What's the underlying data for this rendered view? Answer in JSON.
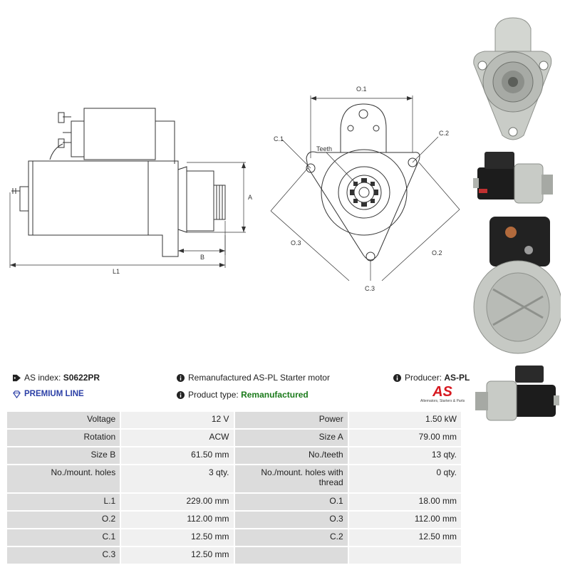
{
  "drawing_labels": {
    "side": {
      "a": "A",
      "b": "B",
      "l1": "L1"
    },
    "front": {
      "o1": "O.1",
      "o2": "O.2",
      "o3": "O.3",
      "c1": "C.1",
      "c2": "C.2",
      "c3": "C.3",
      "teeth": "Teeth"
    }
  },
  "header": {
    "index_label": "AS index:",
    "index_value": "S0622PR",
    "description": "Remanufactured AS-PL Starter motor",
    "producer_label": "Producer:",
    "producer_value": "AS-PL",
    "premium_line": "PREMIUM LINE",
    "product_type_label": "Product type:",
    "product_type_value": "Remanufactured",
    "logo_text": "AS",
    "logo_tagline": "Alternators, Starters & Parts"
  },
  "specs": [
    [
      {
        "label": "Voltage",
        "value": "12 V"
      },
      {
        "label": "Power",
        "value": "1.50 kW"
      }
    ],
    [
      {
        "label": "Rotation",
        "value": "ACW"
      },
      {
        "label": "Size A",
        "value": "79.00 mm"
      }
    ],
    [
      {
        "label": "Size B",
        "value": "61.50 mm"
      },
      {
        "label": "No./teeth",
        "value": "13 qty."
      }
    ],
    [
      {
        "label": "No./mount. holes",
        "value": "3 qty."
      },
      {
        "label": "No./mount. holes with thread",
        "value": "0 qty."
      }
    ],
    [
      {
        "label": "L.1",
        "value": "229.00 mm"
      },
      {
        "label": "O.1",
        "value": "18.00 mm"
      }
    ],
    [
      {
        "label": "O.2",
        "value": "112.00 mm"
      },
      {
        "label": "O.3",
        "value": "112.00 mm"
      }
    ],
    [
      {
        "label": "C.1",
        "value": "12.50 mm"
      },
      {
        "label": "C.2",
        "value": "12.50 mm"
      }
    ],
    [
      {
        "label": "C.3",
        "value": "12.50 mm"
      },
      {
        "label": "",
        "value": ""
      }
    ]
  ]
}
